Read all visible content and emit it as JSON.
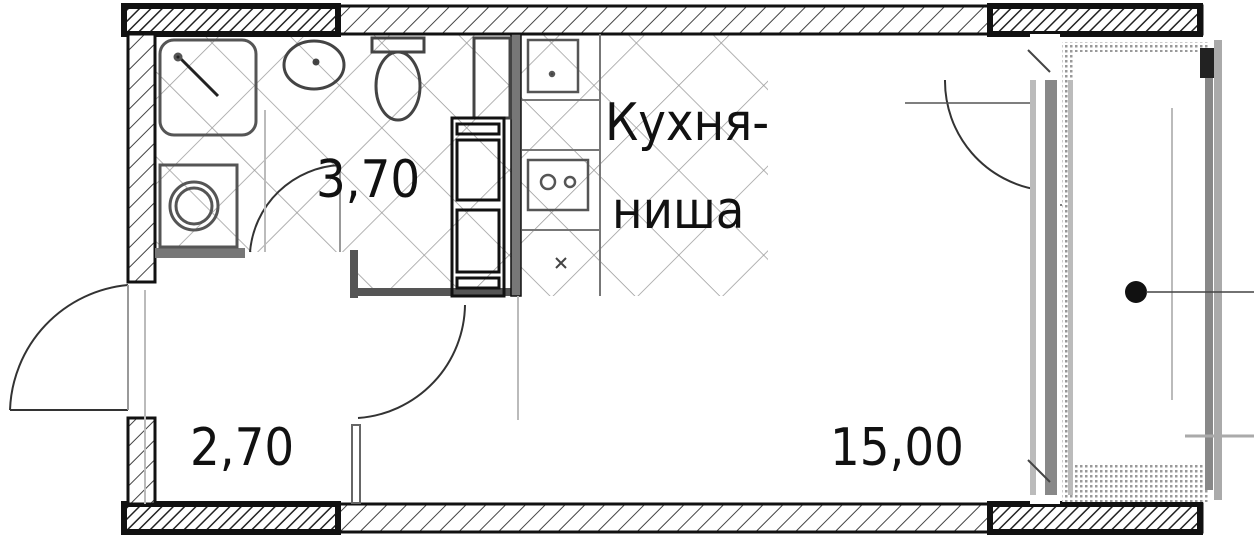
{
  "rooms": {
    "bathroom_area": "3,70",
    "kitchen_label_line1": "Кухня-",
    "kitchen_label_line2": "ниша",
    "hall_area": "2,70",
    "living_area": "15,00"
  },
  "colors": {
    "wall": "#111111",
    "hatch_light": "#555555",
    "tile_grid": "#9a9a9a",
    "partition": "#777777"
  }
}
